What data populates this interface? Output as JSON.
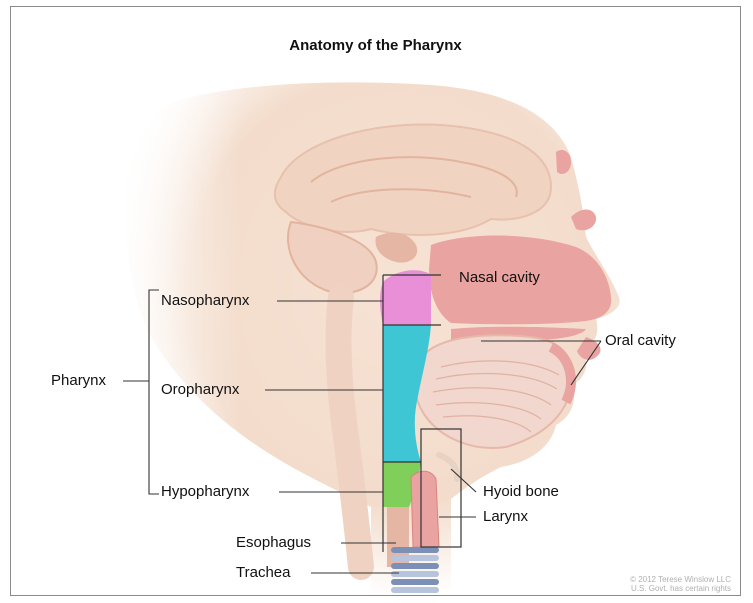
{
  "title": "Anatomy of the Pharynx",
  "labels": {
    "nasal_cavity": "Nasal cavity",
    "nasopharynx": "Nasopharynx",
    "oral_cavity": "Oral cavity",
    "pharynx": "Pharynx",
    "oropharynx": "Oropharynx",
    "hypopharynx": "Hypopharynx",
    "hyoid_bone": "Hyoid bone",
    "larynx": "Larynx",
    "esophagus": "Esophagus",
    "trachea": "Trachea"
  },
  "credit": {
    "line1": "© 2012 Terese Winslow LLC",
    "line2": "U.S. Govt. has certain rights"
  },
  "colors": {
    "skin": "#f3dccb",
    "tissue_pink": "#e9a3a0",
    "nasopharynx": "#e98fd8",
    "oropharynx": "#3fc6d4",
    "hypopharynx": "#7fcf5a"
  }
}
